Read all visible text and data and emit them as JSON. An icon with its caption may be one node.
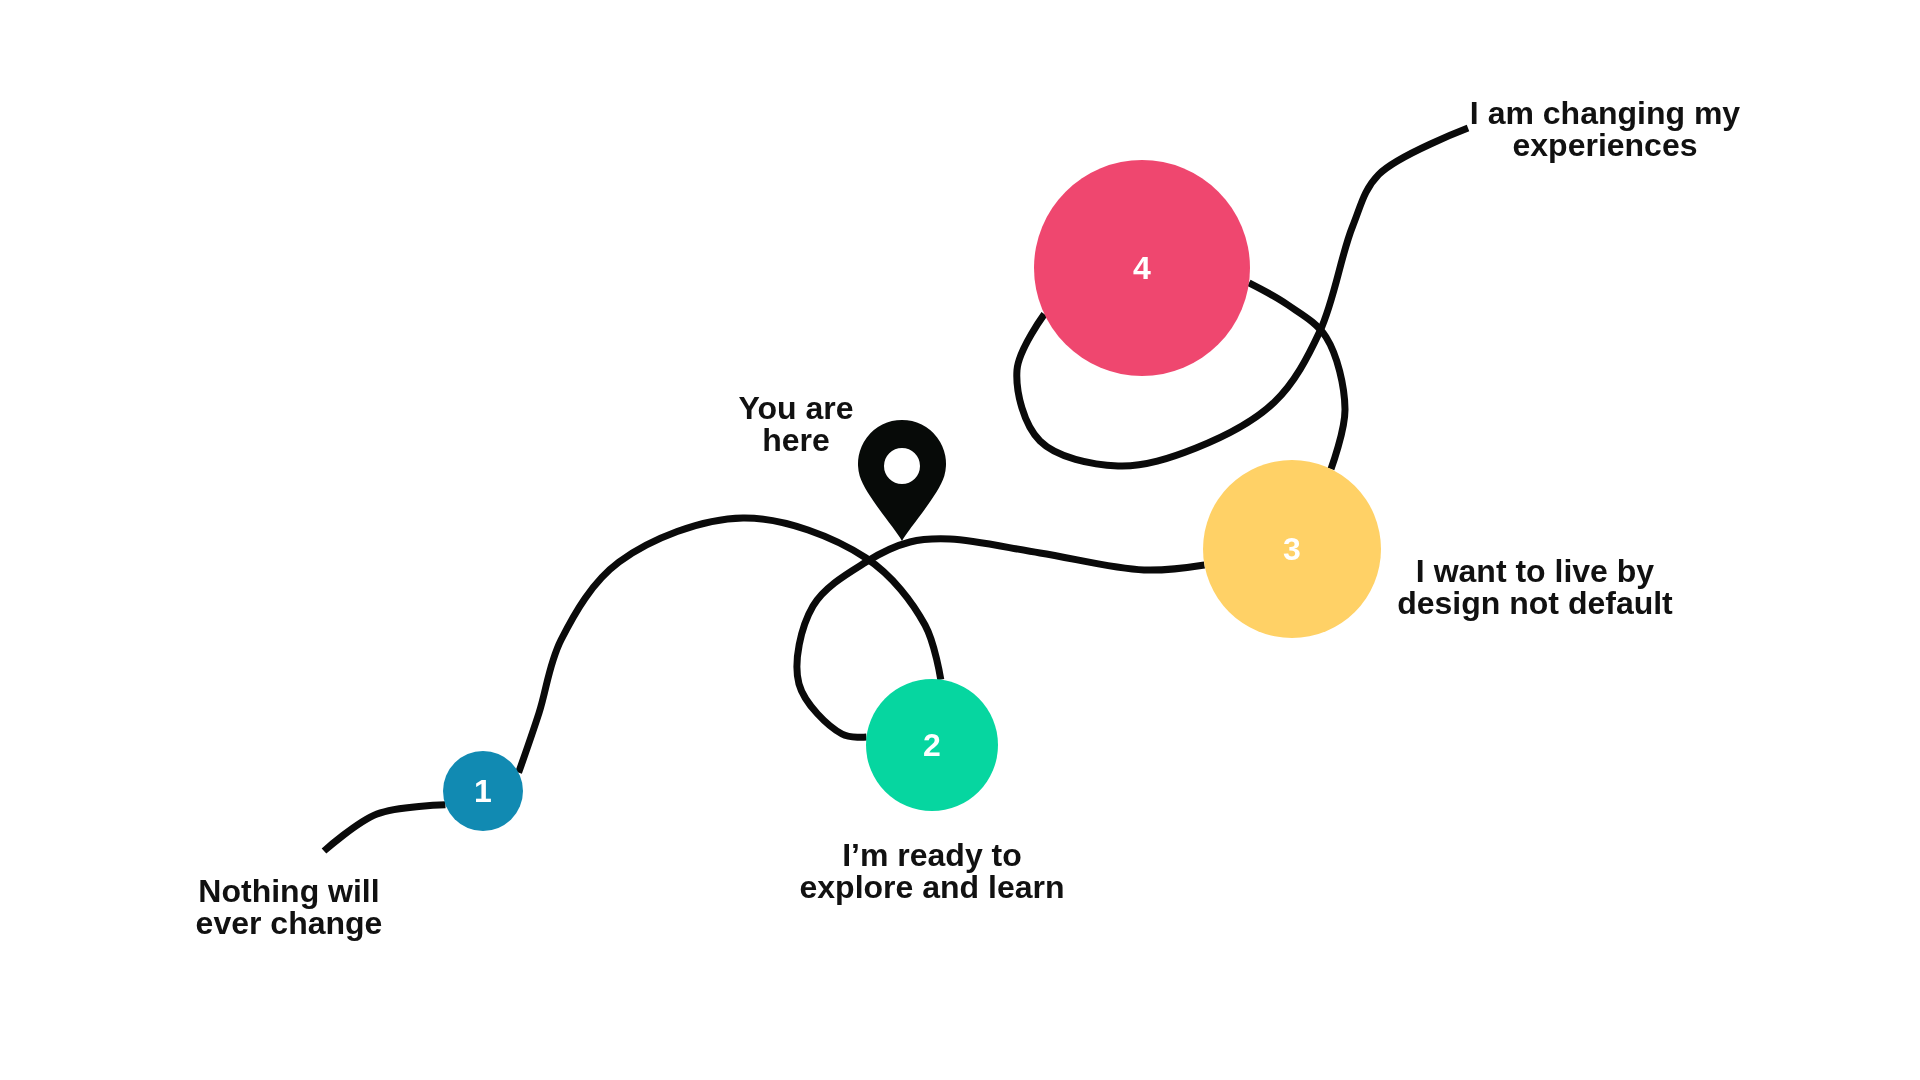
{
  "diagram": {
    "nodes": [
      {
        "text": [
          "1"
        ],
        "beside": [
          "Nothing will ever change"
        ]
      },
      {
        "text": [
          "2"
        ],
        "beside": [
          "I’m ready to explore and learn"
        ]
      },
      {
        "text": [
          "3"
        ],
        "beside": [
          "I want to live by design not default"
        ]
      },
      {
        "text": [
          "4"
        ]
      },
      {
        "text": [
          "I am changing my experiences"
        ]
      }
    ],
    "edges": [
      {
        "from": null,
        "to": 0,
        "arrow": "none"
      },
      {
        "from": 0,
        "to": 1,
        "arrow": "none"
      },
      {
        "from": 1,
        "to": 2,
        "arrow": "none"
      },
      {
        "from": 2,
        "to": 3,
        "arrow": "none"
      },
      {
        "from": 3,
        "to": 4,
        "arrow": "none"
      }
    ],
    "labels": [
      "You are here"
    ]
  }
}
